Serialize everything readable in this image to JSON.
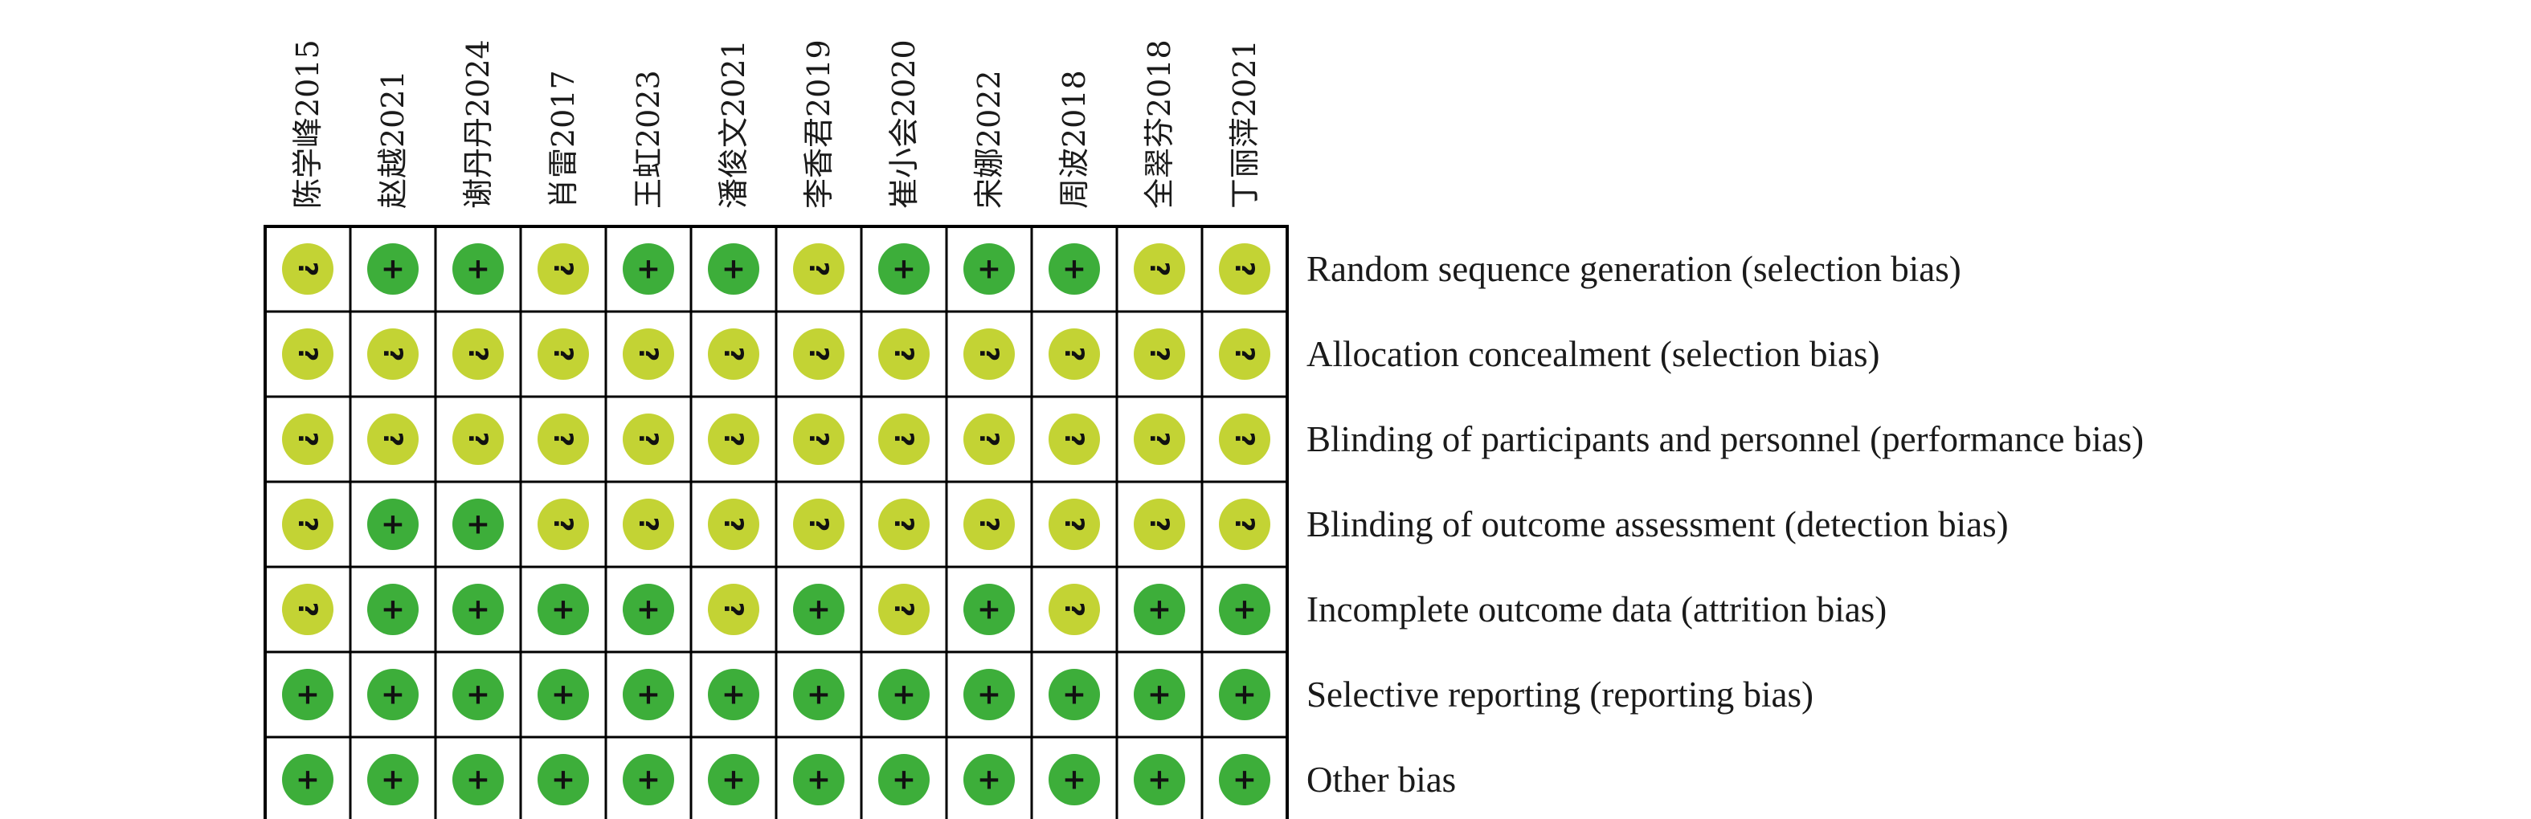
{
  "studies": [
    "陈学峰2015",
    "赵越2021",
    "谢丹丹2024",
    "肖雷2017",
    "王虹2023",
    "潘俊文2021",
    "李香君2019",
    "崔小会2020",
    "宋娜2022",
    "周波2018",
    "全翠芬2018",
    "丁丽萍2021"
  ],
  "domains": [
    "Random sequence generation (selection bias)",
    "Allocation concealment (selection bias)",
    "Blinding of participants and personnel (performance bias)",
    "Blinding of outcome assessment (detection bias)",
    "Incomplete outcome data (attrition bias)",
    "Selective reporting (reporting bias)",
    "Other bias"
  ],
  "judgements": [
    [
      "?",
      "+",
      "+",
      "?",
      "+",
      "+",
      "?",
      "+",
      "+",
      "+",
      "?",
      "?"
    ],
    [
      "?",
      "?",
      "?",
      "?",
      "?",
      "?",
      "?",
      "?",
      "?",
      "?",
      "?",
      "?"
    ],
    [
      "?",
      "?",
      "?",
      "?",
      "?",
      "?",
      "?",
      "?",
      "?",
      "?",
      "?",
      "?"
    ],
    [
      "?",
      "+",
      "+",
      "?",
      "?",
      "?",
      "?",
      "?",
      "?",
      "?",
      "?",
      "?"
    ],
    [
      "?",
      "+",
      "+",
      "+",
      "+",
      "?",
      "+",
      "?",
      "+",
      "?",
      "+",
      "+"
    ],
    [
      "+",
      "+",
      "+",
      "+",
      "+",
      "+",
      "+",
      "+",
      "+",
      "+",
      "+",
      "+"
    ],
    [
      "+",
      "+",
      "+",
      "+",
      "+",
      "+",
      "+",
      "+",
      "+",
      "+",
      "+",
      "+"
    ]
  ],
  "symbols": {
    "low": {
      "glyph": "+",
      "color": "#3dae3a"
    },
    "unclear": {
      "glyph": "?",
      "color": "#c3d334"
    }
  },
  "grid_color": "#000000"
}
